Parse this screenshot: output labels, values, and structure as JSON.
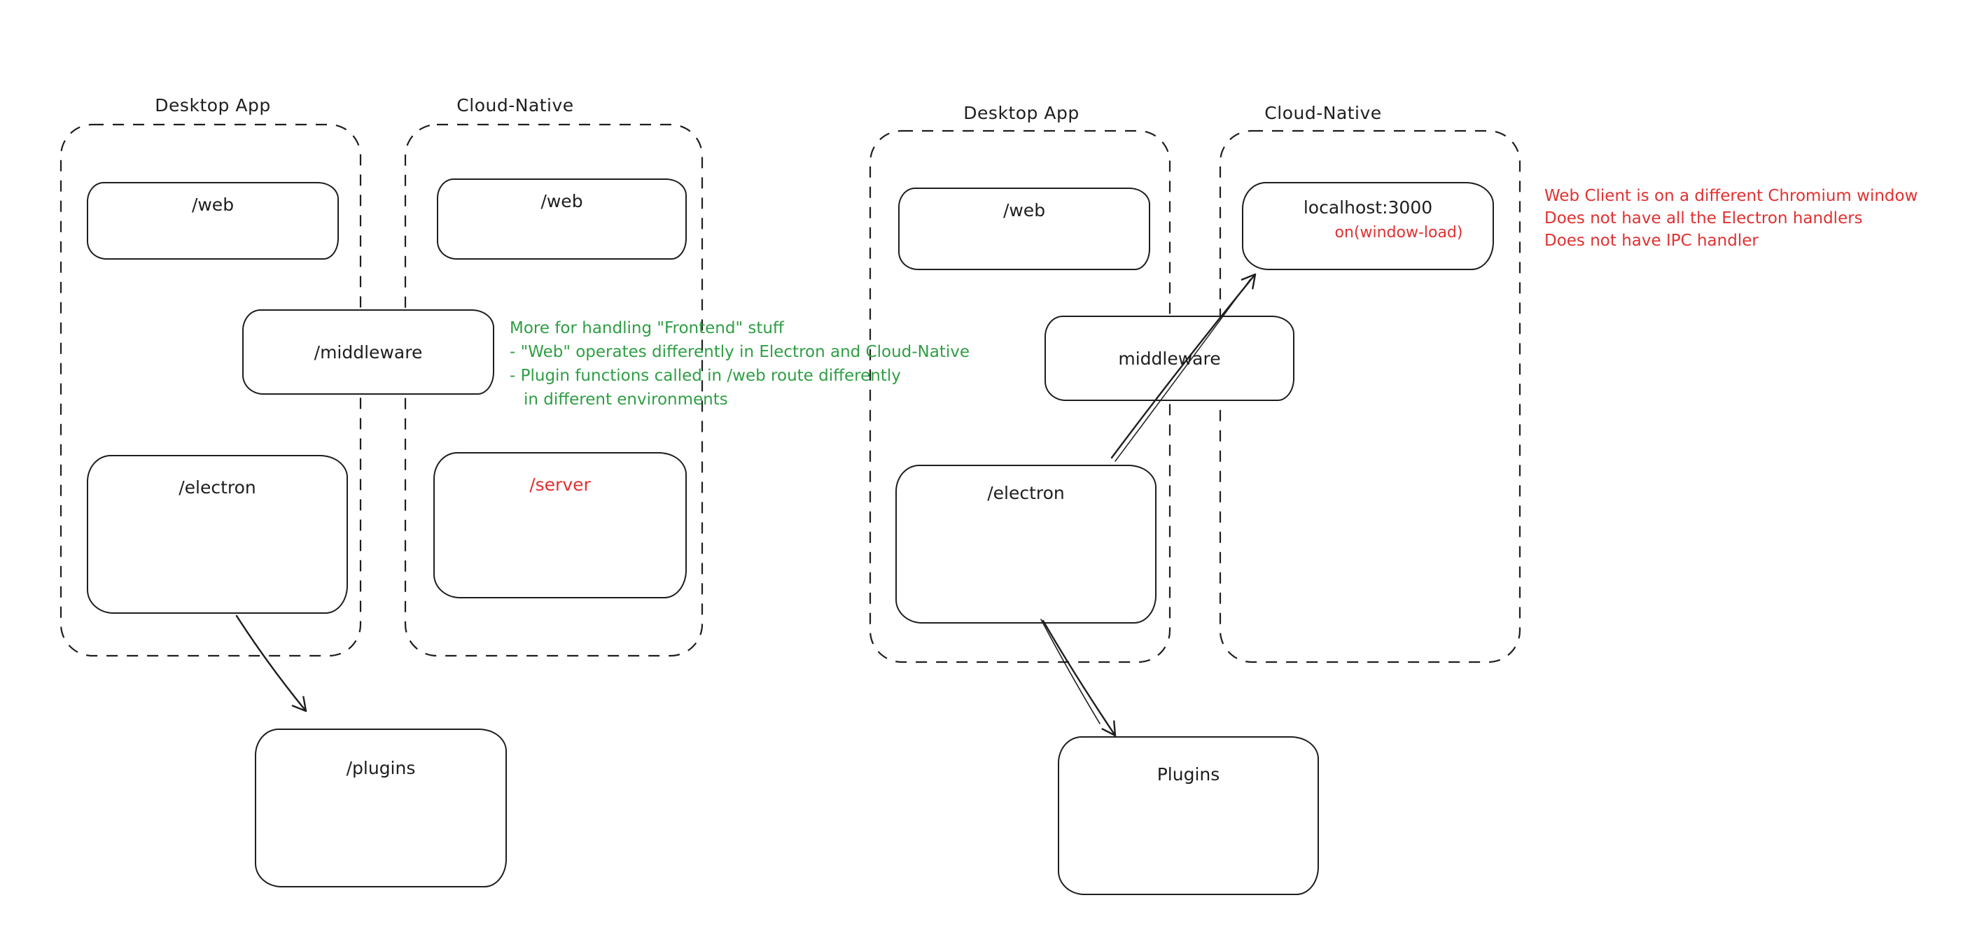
{
  "left": {
    "desktop_app": {
      "label": "Desktop App",
      "web": "/web",
      "electron": "/electron"
    },
    "cloud_native": {
      "label": "Cloud-Native",
      "web": "/web",
      "server": "/server"
    },
    "middleware": "/middleware",
    "plugins": "/plugins",
    "annotation": {
      "lines": [
        "More for handling \"Frontend\" stuff",
        "- \"Web\" operates differently in Electron and Cloud-Native",
        "- Plugin functions called in /web route differently",
        "in different environments"
      ]
    }
  },
  "right": {
    "desktop_app": {
      "label": "Desktop App",
      "web": "/web",
      "electron": "/electron"
    },
    "cloud_native": {
      "label": "Cloud-Native",
      "localhost": "localhost:3000",
      "window_load": "on(window-load)"
    },
    "middleware": "middleware",
    "plugins": "Plugins",
    "annotation": {
      "lines": [
        "Web Client is on a different Chromium window",
        "Does not have all the Electron handlers",
        "Does not have IPC handler"
      ]
    }
  },
  "colors": {
    "stroke": "#1e1e1e",
    "red": "#e03131",
    "green": "#2f9e44",
    "background": "#ffffff"
  }
}
